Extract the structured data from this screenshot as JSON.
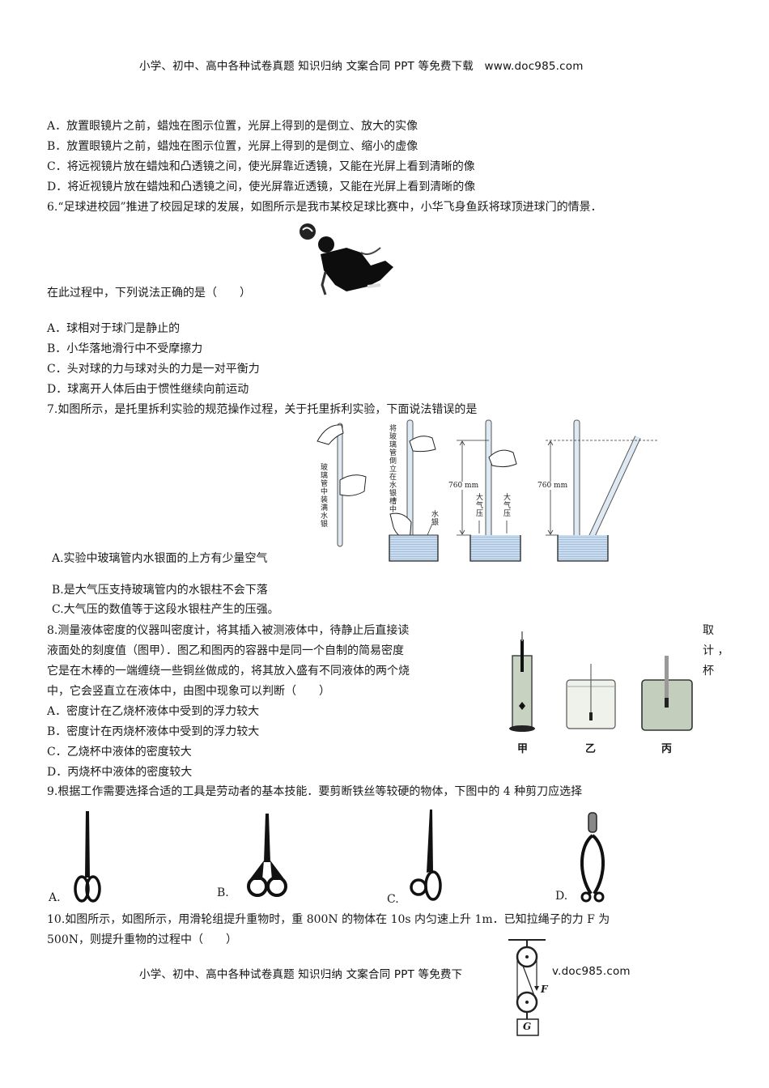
{
  "header": {
    "text": "小学、初中、高中各种试卷真题 知识归纳 文案合同 PPT 等免费下载",
    "url": "www.doc985.com"
  },
  "footer": {
    "text": "小学、初中、高中各种试卷真题 知识归纳 文案合同 PPT 等免费下",
    "url": "v.doc985.com"
  },
  "q5": {
    "options": [
      "A．放置眼镜片之前，蜡烛在图示位置，光屏上得到的是倒立、放大的实像",
      "B．放置眼镜片之前，蜡烛在图示位置，光屏上得到的是倒立、缩小的虚像",
      "C．将远视镜片放在蜡烛和凸透镜之间，使光屏靠近透镜，又能在光屏上看到清晰的像",
      "D．将近视镜片放在蜡烛和凸透镜之间，使光屏靠近透镜，又能在光屏上看到清晰的像"
    ]
  },
  "q6": {
    "stem": "6.“足球进校园”推进了校园足球的发展，如图所示是我市某校足球比赛中，小华飞身鱼跃将球顶进球门的情景．",
    "stem2": "在此过程中，下列说法正确的是（　　）",
    "options": [
      "A．球相对于球门是静止的",
      "B．小华落地滑行中不受摩擦力",
      "C．头对球的力与球对头的力是一对平衡力",
      "D．球离开人体后由于惯性继续向前运动"
    ]
  },
  "q7": {
    "stem": "7.如图所示，是托里拆利实验的规范操作过程，关于托里拆利实验，下面说法错误的是",
    "options": [
      "A.实验中玻璃管内水银面的上方有少量空气",
      "B.是大气压支持玻璃管内的水银柱不会下落",
      "C.大气压的数值等于这段水银柱产生的压强。"
    ],
    "figure": {
      "label_fill": "玻璃管中装满水银",
      "label_invert": "将玻璃管倒立在水银槽中",
      "label_mercury": "水银",
      "label_atm": "大气压",
      "height_label": "760 mm"
    }
  },
  "q8": {
    "lines": [
      "8.测量液体密度的仪器叫密度计，将其插入被测液体中，待静止后直接读",
      "液面处的刻度值（图甲）．图乙和图丙的容器中是同一个自制的简易密度",
      "它是在木棒的一端缠绕一些铜丝做成的，将其放入盛有不同液体的两个烧",
      "中，它会竖直立在液体中，由图中现象可以判断（　　）"
    ],
    "side_chars": [
      "取",
      "计 ，",
      "杯"
    ],
    "options": [
      "A．密度计在乙烧杯液体中受到的浮力较大",
      "B．密度计在丙烧杯液体中受到的浮力较大",
      "C．乙烧杯中液体的密度较大",
      "D．丙烧杯中液体的密度较大"
    ],
    "figure_labels": [
      "甲",
      "乙",
      "丙"
    ]
  },
  "q9": {
    "stem": "9.根据工作需要选择合适的工具是劳动者的基本技能．要剪断铁丝等较硬的物体，下图中的 4 种剪刀应选择",
    "labels": [
      "A.",
      "B.",
      "C.",
      "D."
    ]
  },
  "q10": {
    "line1": "10.如图所示，如图所示，用滑轮组提升重物时，重 800N 的物体在 10s 内匀速上升 1m．已知拉绳子的力 F 为",
    "line2": "500N，则提升重物的过程中（　　）",
    "figure": {
      "force_label": "F",
      "weight_label": "G"
    }
  }
}
